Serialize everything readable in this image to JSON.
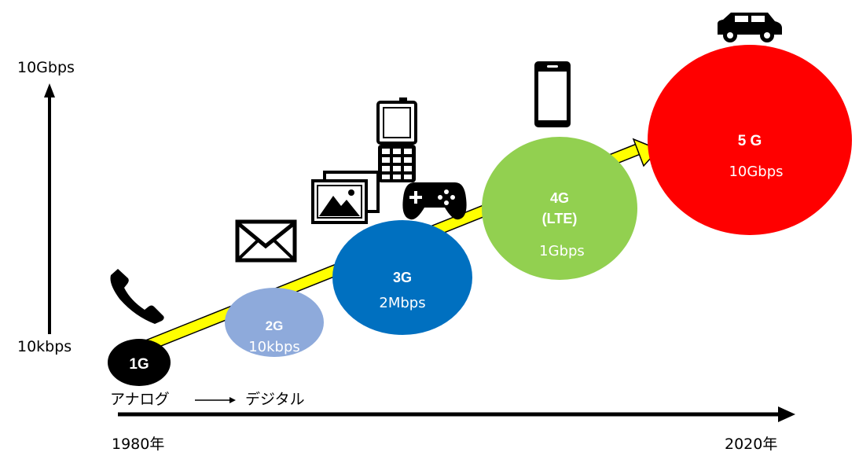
{
  "diagram": {
    "y_axis": {
      "top_label": "10Gbps",
      "bottom_label": "10kbps"
    },
    "x_axis": {
      "start_label": "1980年",
      "end_label": "2020年"
    },
    "transition": {
      "from": "アナログ",
      "to": "デジタル"
    },
    "generations": [
      {
        "name": "1G",
        "speed": "",
        "color": "#000000"
      },
      {
        "name": "2G",
        "speed": "10kbps",
        "color": "#8eaadb"
      },
      {
        "name": "3G",
        "speed": "2Mbps",
        "color": "#0070c0"
      },
      {
        "name": "4G",
        "sub": "(LTE)",
        "speed": "1Gbps",
        "color": "#92d050"
      },
      {
        "name": "5 G",
        "speed": "10Gbps",
        "color": "#ff0000"
      }
    ],
    "trend_arrow_color": "#ffff00",
    "icons": [
      "phone-handset-icon",
      "envelope-icon",
      "pictures-icon",
      "flip-phone-icon",
      "gamepad-icon",
      "smartphone-icon",
      "car-icon"
    ]
  }
}
